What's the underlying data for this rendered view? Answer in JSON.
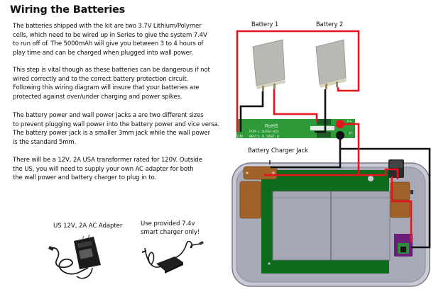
{
  "title": "Wiring the Batteries",
  "paragraphs": [
    "The batteries shipped with the kit are two 3.7V Lithium/Polymer\ncells, which need to be wired up in Series to give the system 7.4V\nto run off of. The 5000mAh will give you between 3 to 4 hours of\nplay time and can be charged when plugged into wall power.",
    "This step is vital though as these batteries can be dangerous if not\nwired correctly and to the correct battery protection circuit.\nFollowing this wiring diagram will insure that your batteries are\nprotected against over/under charging and power spikes.",
    "The battery power and wall power jacks a are two different sizes\nto prevent plugging wall power into the battery power and vice versa.\nThe battery power jack is a smaller 3mm jack while the wall power\nis the standard 5mm.",
    "There will be a 12V, 2A USA transformer rated for 120V. Outside\nthe US, you will need to supply your own AC adapter for both\nthe wall power and battery charger to plug in to."
  ],
  "captions": {
    "adapter": "US 12V, 2A AC Adapter",
    "charger": "Use provided 7.4v\nsmart charger only!"
  },
  "diagram": {
    "battery1_label": "Battery 1",
    "battery2_label": "Battery 2",
    "charger_jack_label": "Battery Charger Jack",
    "pcb": {
      "rohs": "RoHS",
      "model": "PCM-L:0258-021",
      "revision": "REV:1.0  2007.8",
      "pin_left": "CM",
      "pin_p_plus": "P+",
      "pin_p_minus": "P-"
    },
    "colors": {
      "positive_wire": "#e8141c",
      "negative_wire": "#111111",
      "pcb_green": "#2f9a3a",
      "board_green": "#0d6b1c",
      "case_gray": "#a9aab8",
      "connector_brown": "#a0622a",
      "module_purple": "#6b1e7a"
    }
  }
}
